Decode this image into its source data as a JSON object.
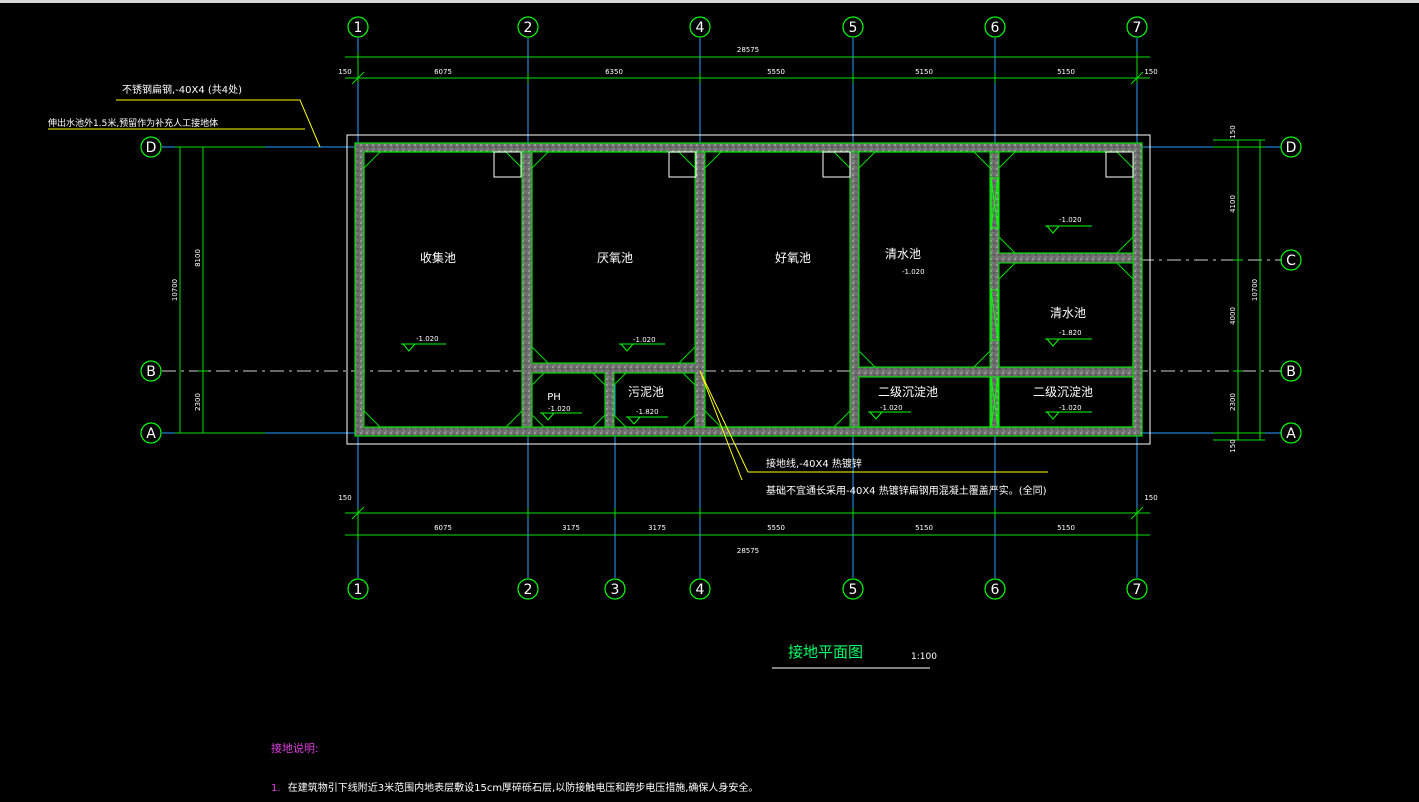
{
  "grid": {
    "columns": [
      "1",
      "2",
      "3",
      "4",
      "5",
      "6",
      "7"
    ],
    "rows": [
      "A",
      "B",
      "C",
      "D"
    ]
  },
  "dims": {
    "top_total": "28575",
    "top_edge": "150",
    "top_segments": [
      "6075",
      "6350",
      "5550",
      "5150",
      "5150"
    ],
    "bottom_total": "28575",
    "bottom_edge": "150",
    "bottom_segments": [
      "6075",
      "3175",
      "3175",
      "5550",
      "5150",
      "5150"
    ],
    "left_total": "10700",
    "left_upper": "8100",
    "left_lower": "2300",
    "right_total": "10700",
    "right_top": "4100",
    "right_mid": "4000",
    "right_low": "2300",
    "right_edge_top": "150",
    "right_edge_bottom": "150"
  },
  "rooms": {
    "collection": "收集池",
    "anaerobic": "厌氧池",
    "aerobic": "好氧池",
    "clear1": "清水池",
    "clear2": "清水池",
    "ph": "PH",
    "sludge": "污泥池",
    "sed1": "二级沉淀池",
    "sed2": "二级沉淀池"
  },
  "elevations": {
    "collection": "-1.020",
    "anaerobic": "-1.020",
    "clear1": "-1.020",
    "upper_right": "-1.020",
    "clear2": "-1.820",
    "ph": "-1.020",
    "sludge": "-1.820",
    "sed1": "-1.020",
    "sed2": "-1.020"
  },
  "annotations": {
    "steel_top": "不锈钢扁钢,-40X4 (共4处)",
    "lead_out": "伸出水池外1.5米,预留作为补充人工接地体",
    "ground_line": "接地线,-40X4 热镀锌",
    "foundation": "基础不宜通长采用-40X4 热镀锌扁钢用混凝土覆盖严实。(全同)"
  },
  "drawing_title": "接地平面图",
  "scale": "1:100",
  "notes": {
    "title": "接地说明:",
    "items": [
      {
        "num": "1.",
        "text": "在建筑物引下线附近3米范围内地表层敷设15cm厚碎砾石层,以防接触电压和跨步电压措施,确保人身安全。"
      }
    ]
  },
  "colors": {
    "background": "#000000",
    "grid_circle": "#00ff00",
    "axis_line": "#2aa0ff",
    "wall": "#8a8a8a",
    "dimension": "#00e000",
    "leader": "#ffff00",
    "note_accent": "#e040e0"
  }
}
